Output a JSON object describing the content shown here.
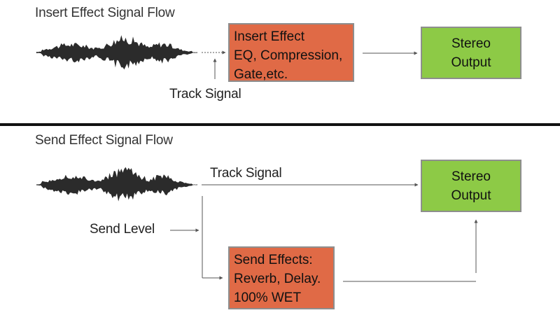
{
  "insert_flow": {
    "title": "Insert Effect Signal Flow",
    "track_signal_label": "Track Signal",
    "insert_box": {
      "lines": [
        "Insert Effect",
        "EQ, Compression,",
        "Gate,etc."
      ],
      "color": "#e06a46"
    },
    "output_box": {
      "lines": [
        "Stereo",
        "Output"
      ],
      "color": "#8dca46"
    }
  },
  "send_flow": {
    "title": "Send Effect Signal Flow",
    "track_signal_label": "Track Signal",
    "send_level_label": "Send Level",
    "send_box": {
      "lines": [
        "Send Effects:",
        "Reverb, Delay.",
        "100% WET"
      ],
      "color": "#e06a46"
    },
    "output_box": {
      "lines": [
        "Stereo",
        "Output"
      ],
      "color": "#8dca46"
    }
  },
  "colors": {
    "waveform": "#2b2b2b",
    "divider": "#111111",
    "box_border": "#8e8e8e",
    "arrow": "#555555"
  }
}
